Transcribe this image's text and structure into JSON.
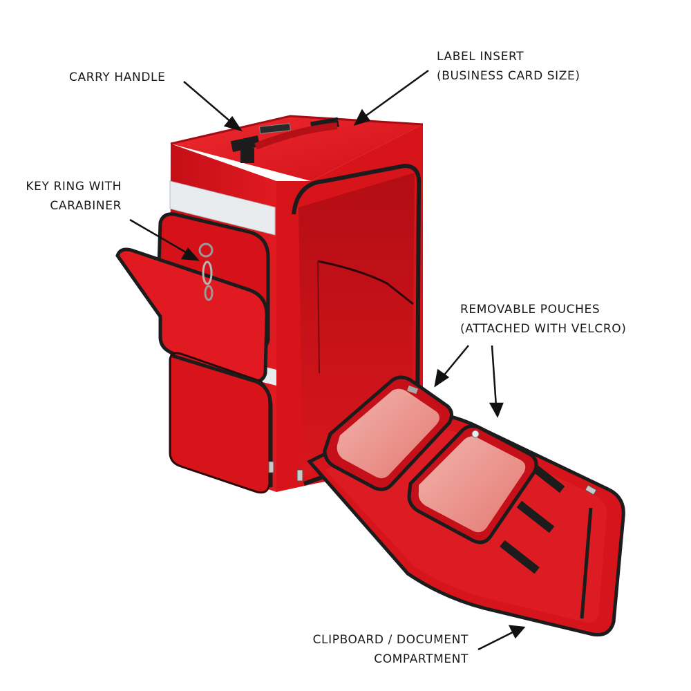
{
  "callouts": {
    "carry_handle": {
      "lines": [
        "CARRY HANDLE"
      ]
    },
    "label_insert": {
      "lines": [
        "LABEL INSERT",
        "(BUSINESS CARD SIZE)"
      ]
    },
    "key_ring": {
      "lines": [
        "KEY RING WITH",
        "CARABINER"
      ]
    },
    "pouches": {
      "lines": [
        "REMOVABLE POUCHES",
        "(ATTACHED WITH VELCRO)"
      ]
    },
    "clipboard": {
      "lines": [
        "CLIPBOARD / DOCUMENT",
        "COMPARTMENT"
      ]
    }
  },
  "colors": {
    "bag_red": "#d9121b",
    "bag_dark_red": "#a50c12",
    "bag_light_red": "#ee2a2f",
    "zipper": "#1c1c1c",
    "reflective": "#e8ecef",
    "pouch_clear": "#f2b8b0"
  }
}
